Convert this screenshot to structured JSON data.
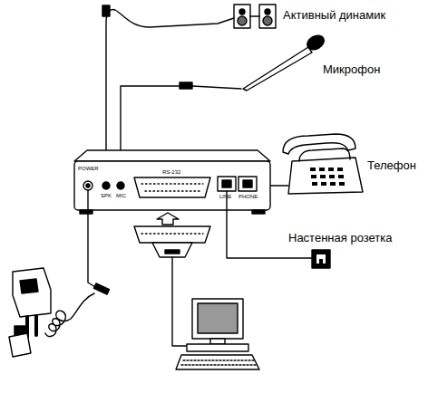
{
  "diagram": {
    "labels": [
      "Активный динамик",
      "Микрофон",
      "Телефон",
      "Настенная розетка",
      "POWER",
      "SPK",
      "MIC",
      "RS-232",
      "LINE",
      "PHONE"
    ]
  }
}
